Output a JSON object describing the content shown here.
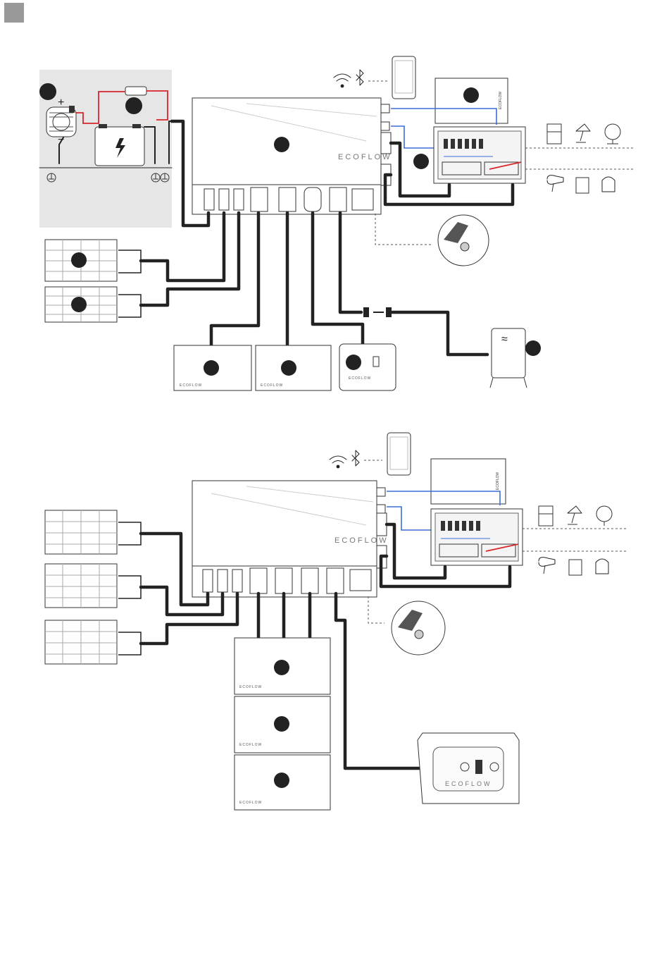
{
  "page": {
    "corner_marker_color": "#999999"
  },
  "diagram1": {
    "hub_logo": "ECOFLOW",
    "battery_logos": [
      "ECOFLOW",
      "ECOFLOW"
    ],
    "generator_logo": "ECOFLOW",
    "plus_sign": "+",
    "minus_sign": "−",
    "plug_label": "≈"
  },
  "diagram2": {
    "hub_logo": "ECOFLOW",
    "battery_logos": [
      "ECOFLOW",
      "ECOFLOW",
      "ECOFLOW"
    ],
    "generator_logo": "ECOFLOW"
  },
  "icons": [
    "wifi-icon",
    "bluetooth-icon",
    "phone-icon",
    "fridge-icon",
    "lamp-icon",
    "fan-icon",
    "hairdryer-icon",
    "mixer-icon",
    "kettle-icon",
    "ground-icon",
    "lightning-icon"
  ],
  "colors": {
    "dc_cable": "#222222",
    "comm_cable": "#3a6fd8",
    "positive_cable": "#d8262b",
    "panel_bg": "#e6e6e6"
  }
}
